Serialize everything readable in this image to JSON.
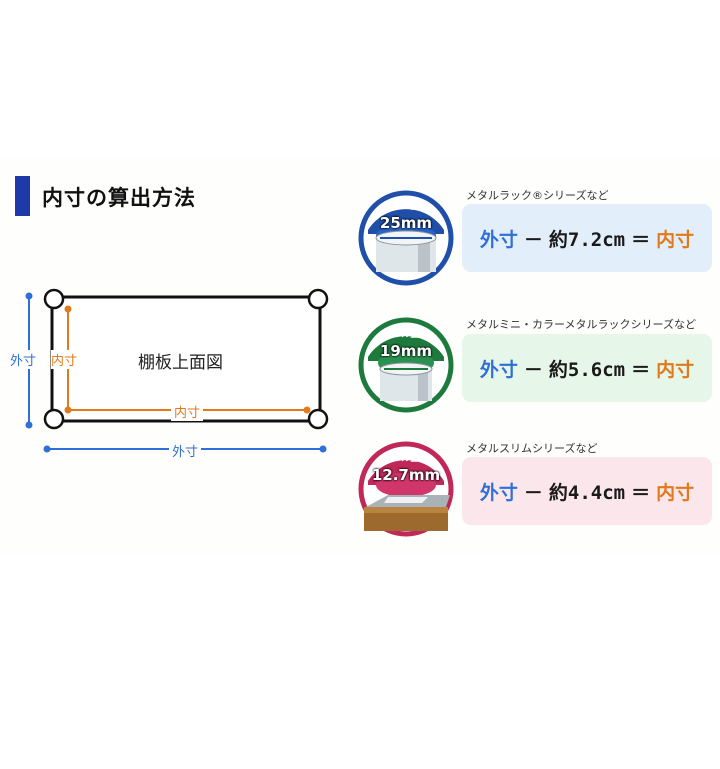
{
  "title": "内寸の算出方法",
  "diagram": {
    "shelf_label": "棚板上面図",
    "outer_label": "外寸",
    "inner_label": "内寸"
  },
  "rows": [
    {
      "series": "メタルラック®シリーズなど",
      "badge_label": "ポール直径",
      "pole_size": "25mm",
      "outer": "外寸",
      "minus": "－",
      "value": "約7.2cm",
      "equals": "＝",
      "inner": "内寸",
      "badge_color": "#1f4fa8",
      "box_color": "#e3eefb"
    },
    {
      "series": "メタルミニ・カラーメタルラックシリーズなど",
      "badge_label": "ポール直径",
      "pole_size": "19mm",
      "outer": "外寸",
      "minus": "－",
      "value": "約5.6cm",
      "equals": "＝",
      "inner": "内寸",
      "badge_color": "#1e7a3c",
      "box_color": "#e6f6e9"
    },
    {
      "series": "メタルスリムシリーズなど",
      "badge_label": "ポール直径",
      "pole_size": "12.7mm",
      "outer": "外寸",
      "minus": "－",
      "value": "約4.4cm",
      "equals": "＝",
      "inner": "内寸",
      "badge_color": "#c0285a",
      "box_color": "#fbe6ec"
    }
  ],
  "colors": {
    "outer": "#2e6fd8",
    "inner": "#e07a1c",
    "title_bar": "#1f3aa8"
  }
}
